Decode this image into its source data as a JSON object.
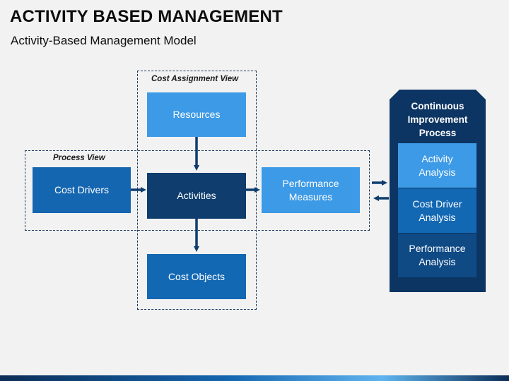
{
  "header": {
    "title": "ACTIVITY BASED MANAGEMENT",
    "subtitle": "Activity-Based Management Model"
  },
  "views": {
    "cost_assignment": "Cost Assignment View",
    "process": "Process View"
  },
  "nodes": {
    "resources": "Resources",
    "cost_drivers": "Cost Drivers",
    "activities": "Activities",
    "performance_measures_line1": "Performance",
    "performance_measures_line2": "Measures",
    "cost_objects": "Cost Objects"
  },
  "continuous_improvement": {
    "title_line1": "Continuous",
    "title_line2": "Improvement",
    "title_line3": "Process",
    "items": [
      {
        "line1": "Activity",
        "line2": "Analysis"
      },
      {
        "line1": "Cost Driver",
        "line2": "Analysis"
      },
      {
        "line1": "Performance",
        "line2": "Analysis"
      }
    ]
  },
  "colors": {
    "light_blue": "#3d9ae6",
    "mid_blue": "#1368b3",
    "dark_blue": "#0e3d6e",
    "panel_navy": "#0d3563",
    "arrow": "#0e3d6e"
  }
}
